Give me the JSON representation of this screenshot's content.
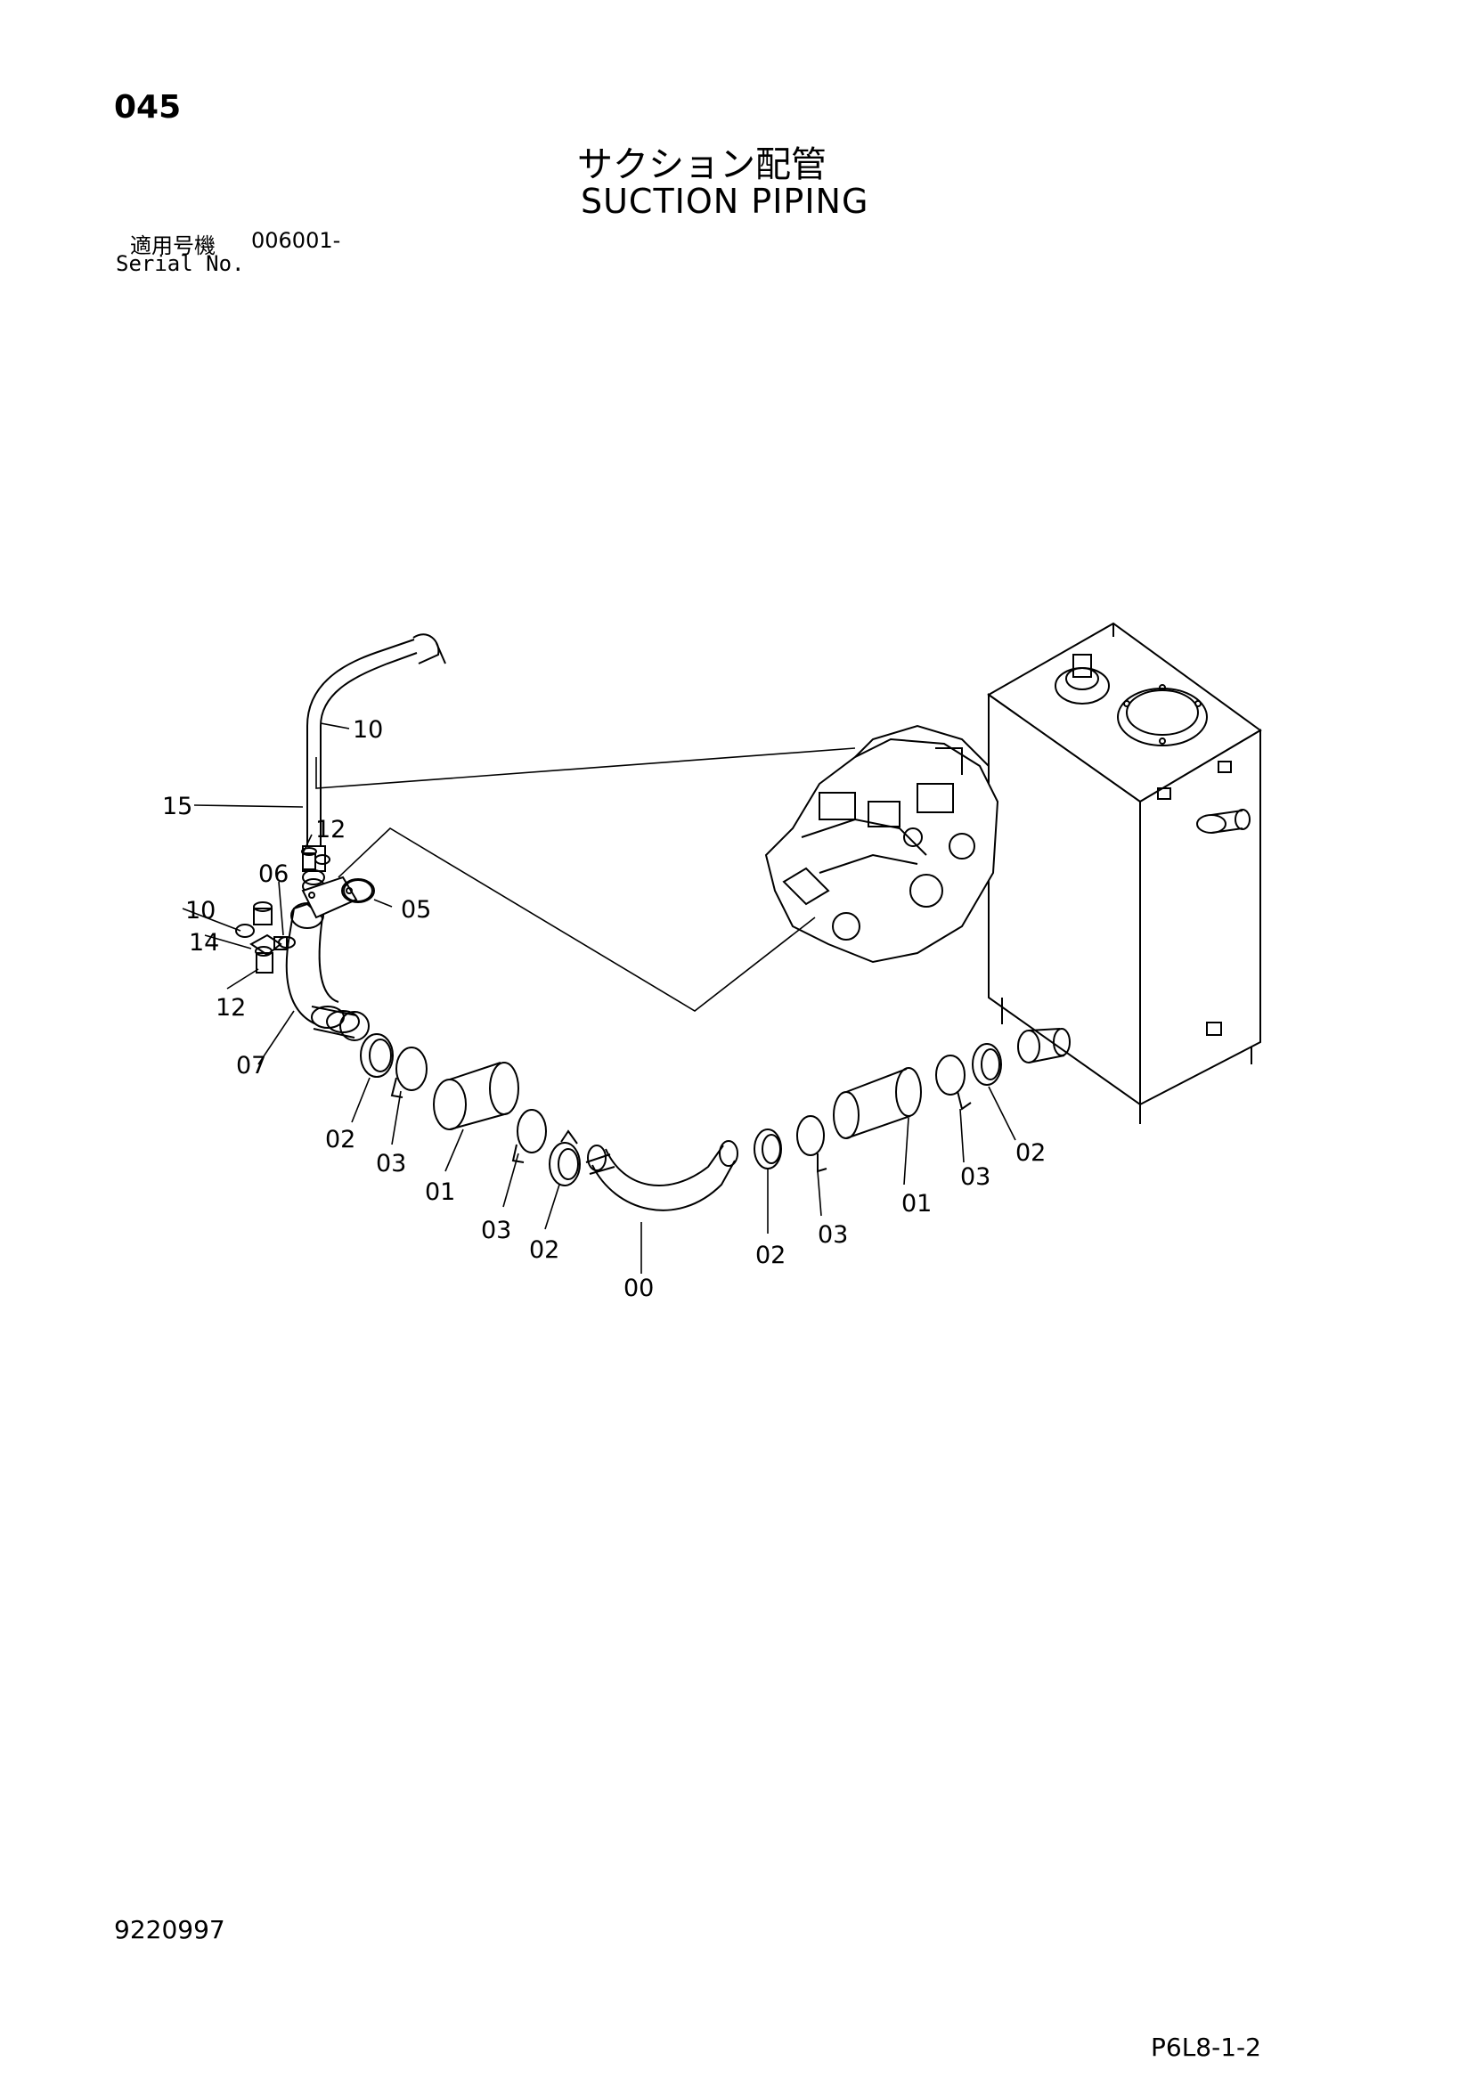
{
  "header": {
    "page_number": "045",
    "title_jp": "サクション配管",
    "title_en": "SUCTION PIPING"
  },
  "serial": {
    "label_jp": "適用号機",
    "value": "006001-",
    "label_en": "Serial No."
  },
  "footer": {
    "document_number": "9220997",
    "sheet_code": "P6L8-1-2"
  },
  "callouts": {
    "c10a": "10",
    "c15": "15",
    "c12a": "12",
    "c06": "06",
    "c10b": "10",
    "c05": "05",
    "c14": "14",
    "c12b": "12",
    "c07": "07",
    "c02a": "02",
    "c03a": "03",
    "c01a": "01",
    "c03b": "03",
    "c02b": "02",
    "c00": "00",
    "c02c": "02",
    "c03c": "03",
    "c01b": "01",
    "c03d": "03",
    "c02d": "02"
  }
}
